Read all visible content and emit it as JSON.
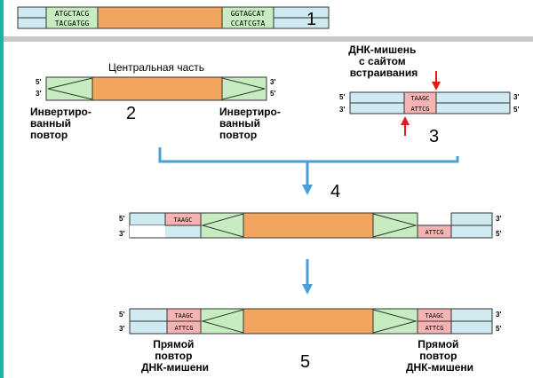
{
  "colors": {
    "dna": "#cfeaf0",
    "core": "#f2a55e",
    "repeat": "#c8ecc2",
    "target": "#f6b3b3",
    "arrow": "#4a9fd6",
    "red_arrow": "#e11919",
    "divider": "#c8c8c8",
    "frame": "#1db3a6"
  },
  "step_numbers": [
    "1",
    "2",
    "3",
    "4",
    "5"
  ],
  "panel1": {
    "left_top": "ATGCTACG",
    "left_bottom": "TACGATGG",
    "right_top": "GGTAGCAT",
    "right_bottom": "CCATCGTA"
  },
  "transposon": {
    "title": "Центральная часть",
    "left_label": [
      "Инвертиро-",
      "ванный",
      "повтор"
    ],
    "right_label": [
      "Инвертиро-",
      "ванный",
      "повтор"
    ],
    "five_prime": "5'",
    "three_prime": "3'"
  },
  "target": {
    "label": [
      "ДНК-мишень",
      "с сайтом",
      "встраивания"
    ],
    "site_top": "TAAGC",
    "site_bottom": "ATTCG"
  },
  "insertion": {
    "left_top": "TAAGC",
    "right_bottom": "ATTCG"
  },
  "result": {
    "left_top": "TAAGC",
    "left_bottom": "ATTCG",
    "right_top": "TAAGC",
    "right_bottom": "ATTCG",
    "left_label": [
      "Прямой",
      "повтор",
      "ДНК-мишени"
    ],
    "right_label": [
      "Прямой",
      "повтор",
      "ДНК-мишени"
    ]
  }
}
